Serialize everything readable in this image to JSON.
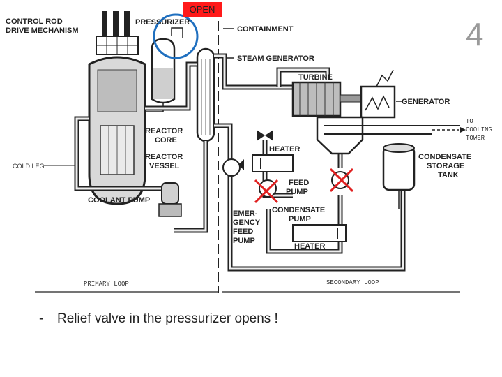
{
  "slide": {
    "number": "4",
    "caption_bullet": "-",
    "caption": "Relief valve in the pressurizer opens !"
  },
  "diagram": {
    "open_tag": "OPEN",
    "labels": {
      "control_rod_1": "CONTROL ROD",
      "control_rod_2": "DRIVE MECHANISM",
      "pressurizer": "PRESSURIZER",
      "containment": "CONTAINMENT",
      "steam_generator": "STEAM GENERATOR",
      "turbine": "TURBINE",
      "generator": "GENERATOR",
      "to_cooling_1": "TO",
      "to_cooling_2": "COOLING",
      "to_cooling_3": "TOWER",
      "reactor_core_1": "REACTOR",
      "reactor_core_2": "CORE",
      "reactor_vessel_1": "REACTOR",
      "reactor_vessel_2": "VESSEL",
      "heater_top": "HEATER",
      "condensate_storage_1": "CONDENSATE",
      "condensate_storage_2": "STORAGE",
      "condensate_storage_3": "TANK",
      "cold_leg": "COLD LEG",
      "feed_pump_1": "FEED",
      "feed_pump_2": "PUMP",
      "coolant_pump": "COOLANT PUMP",
      "emergency_1": "EMER-",
      "emergency_2": "GENCY",
      "emergency_3": "FEED",
      "emergency_4": "PUMP",
      "condensate_pump_1": "CONDENSATE",
      "condensate_pump_2": "PUMP",
      "heater_bottom": "HEATER",
      "primary_loop": "PRIMARY LOOP",
      "secondary_loop": "SECONDARY LOOP"
    },
    "colors": {
      "open_tag": "#ff1a1a",
      "valve_circle": "#1f6fbf",
      "failure_mark": "#e02020",
      "slide_number": "#9a9a9a"
    },
    "icons": {
      "valve_highlight": "circle-highlight-icon",
      "failure_marks": "x-mark-icon"
    }
  }
}
